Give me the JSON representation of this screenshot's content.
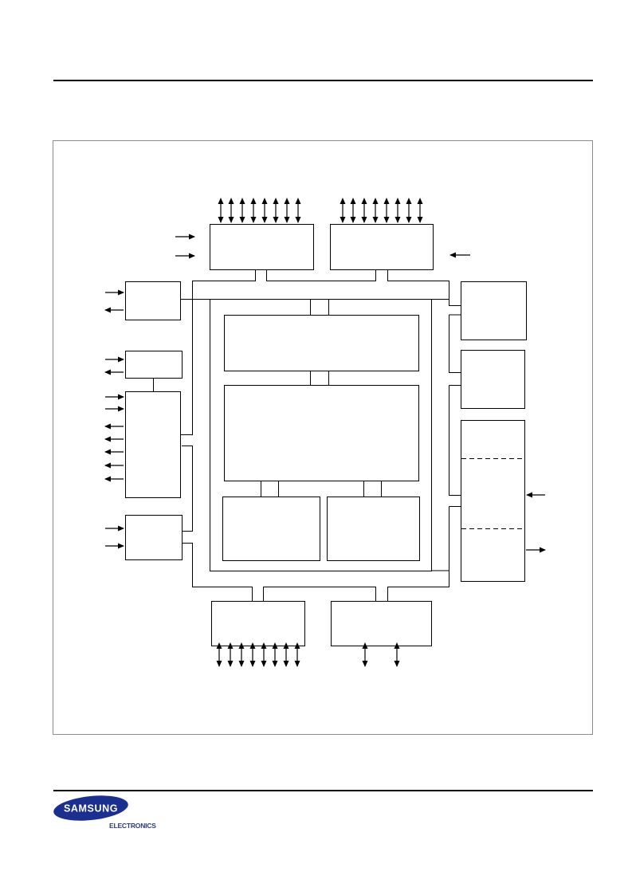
{
  "brand": {
    "name": "SAMSUNG",
    "division": "ELECTRONICS",
    "colors": {
      "oval": "#1a2f8f",
      "text": "#ffffff",
      "subtitle": "#2a3a8c"
    }
  },
  "diagram": {
    "type": "block-diagram",
    "frame_color": "#8c8c8c",
    "line_color": "#000000",
    "blocks": [
      {
        "name": "top-port-block-left",
        "bidirectional_pins": 8,
        "inputs": 2
      },
      {
        "name": "top-port-block-right",
        "bidirectional_pins": 8,
        "inputs": 1
      },
      {
        "name": "left-block-1",
        "inputs": 1,
        "outputs": 1
      },
      {
        "name": "left-block-2",
        "inputs": 1,
        "outputs": 1
      },
      {
        "name": "left-block-3",
        "inputs": 2,
        "outputs": 5
      },
      {
        "name": "left-block-4",
        "inputs": 2
      },
      {
        "name": "core-upper-block"
      },
      {
        "name": "core-middle-block"
      },
      {
        "name": "core-lower-left-block"
      },
      {
        "name": "core-lower-right-block"
      },
      {
        "name": "right-block-1"
      },
      {
        "name": "right-block-2"
      },
      {
        "name": "right-block-3",
        "sections": 3,
        "inputs": 1,
        "outputs": 1
      },
      {
        "name": "bottom-port-block-left",
        "bidirectional_pins": 8
      },
      {
        "name": "bottom-port-block-right",
        "bidirectional_pins": 2
      }
    ]
  }
}
